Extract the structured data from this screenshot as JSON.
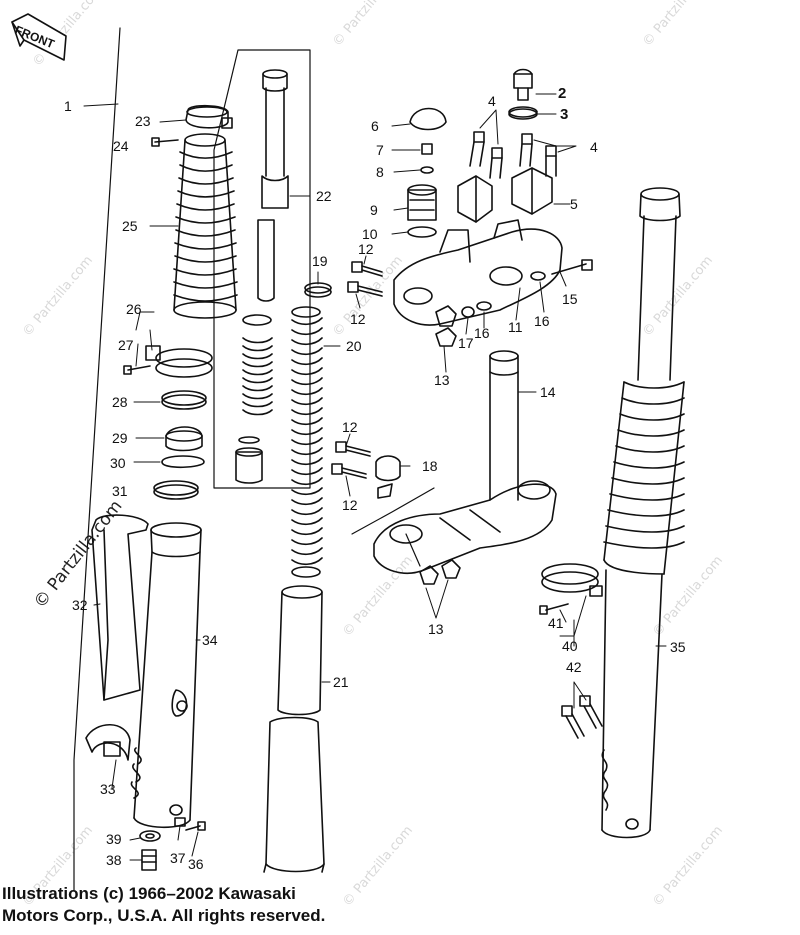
{
  "front_label": "FRONT",
  "watermark_text": "© Partzilla.com",
  "callouts": {
    "p1": "1",
    "p2": "2",
    "p3": "3",
    "p4a": "4",
    "p4b": "4",
    "p5": "5",
    "p6": "6",
    "p7": "7",
    "p8": "8",
    "p9": "9",
    "p10": "10",
    "p11": "11",
    "p12a": "12",
    "p12b": "12",
    "p12c": "12",
    "p12d": "12",
    "p13a": "13",
    "p13b": "13",
    "p14": "14",
    "p15": "15",
    "p16a": "16",
    "p16b": "16",
    "p17": "17",
    "p18": "18",
    "p19": "19",
    "p20": "20",
    "p21": "21",
    "p22": "22",
    "p23": "23",
    "p24": "24",
    "p25": "25",
    "p26": "26",
    "p27": "27",
    "p28": "28",
    "p29": "29",
    "p30": "30",
    "p31": "31",
    "p32": "32",
    "p33": "33",
    "p34": "34",
    "p35": "35",
    "p36": "36",
    "p37": "37",
    "p38": "38",
    "p39": "39",
    "p40": "40",
    "p41": "41",
    "p42": "42"
  },
  "copyright": {
    "line1": "Illustrations (c) 1966–2002 Kawasaki",
    "line2": "Motors Corp., U.S.A.  All rights reserved."
  },
  "colors": {
    "ink": "#111111",
    "watermark": "#d9d9d9",
    "paper": "#ffffff"
  }
}
